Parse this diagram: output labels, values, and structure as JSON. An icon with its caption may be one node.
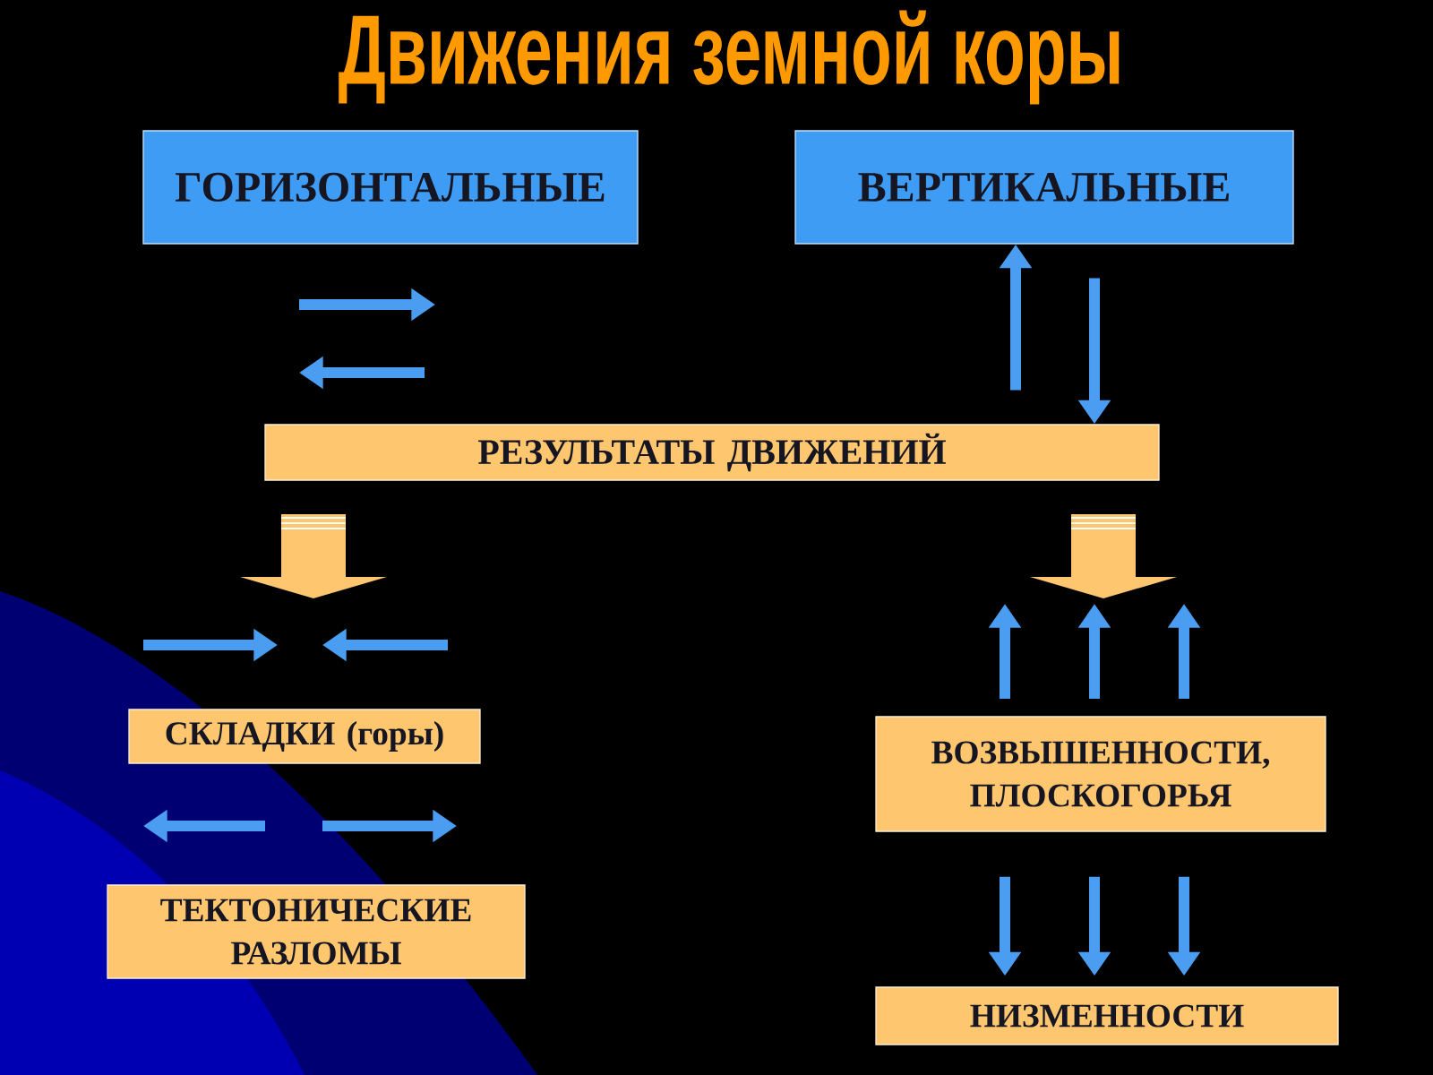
{
  "diagram": {
    "title": "Движения земной коры",
    "nodes": [
      {
        "text": [
          "ГОРИЗОНТАЛЬНЫЕ"
        ]
      },
      {
        "text": [
          "ВЕРТИКАЛЬНЫЕ"
        ]
      },
      {
        "text": [
          "РЕЗУЛЬТАТЫ ДВИЖЕНИЙ"
        ]
      },
      {
        "text": [
          "СКЛАДКИ (горы)"
        ]
      },
      {
        "text": [
          "ТЕКТОНИЧЕСКИЕ РАЗЛОМЫ"
        ]
      },
      {
        "text": [
          "ВОЗВЫШЕННОСТИ, ПЛОСКОГОРЬЯ"
        ]
      },
      {
        "text": [
          "НИЗМЕННОСТИ"
        ]
      }
    ],
    "edges": [
      {
        "from": 2,
        "to": 1,
        "arrow": "to"
      },
      {
        "from": 1,
        "to": 2,
        "arrow": "to"
      },
      {
        "from": 5,
        "to": 6,
        "arrow": "to"
      },
      {
        "from": 5,
        "to": 6,
        "arrow": "to"
      },
      {
        "from": 5,
        "to": 6,
        "arrow": "to"
      }
    ]
  }
}
